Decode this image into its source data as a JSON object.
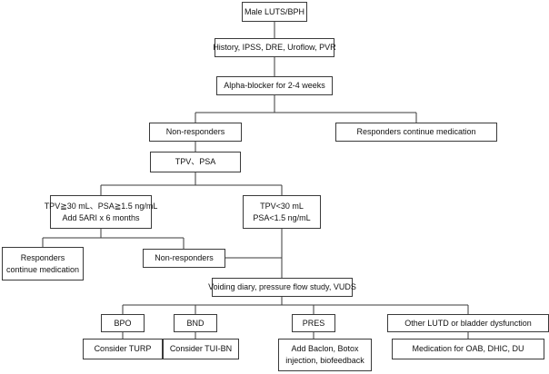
{
  "nodes": {
    "start": "Male LUTS/BPH",
    "assessment": "History, IPSS, DRE, Uroflow, PVR",
    "alpha": "Alpha-blocker for 2-4 weeks",
    "nonresp1": "Non-responders",
    "resp1": "Responders continue medication",
    "tpv_psa": "TPV、PSA",
    "large_line1": "TPV≧30 mL、PSA≧1.5 ng/mL",
    "large_line2": "Add 5ARI x 6 months",
    "small_line1": "TPV<30 mL",
    "small_line2": "PSA<1.5 ng/mL",
    "resp2_line1": "Responders",
    "resp2_line2": "continue medication",
    "nonresp2": "Non-responders",
    "studies": "Voiding diary, pressure flow study, VUDS",
    "bpo": "BPO",
    "bnd": "BND",
    "pres": "PRES",
    "other": "Other LUTD or bladder dysfunction",
    "turp": "Consider TURP",
    "tuibn": "Consider TUI-BN",
    "baclofen_line1": "Add Baclon, Botox",
    "baclofen_line2": "injection, biofeedback",
    "oab": "Medication for OAB, DHIC, DU"
  }
}
